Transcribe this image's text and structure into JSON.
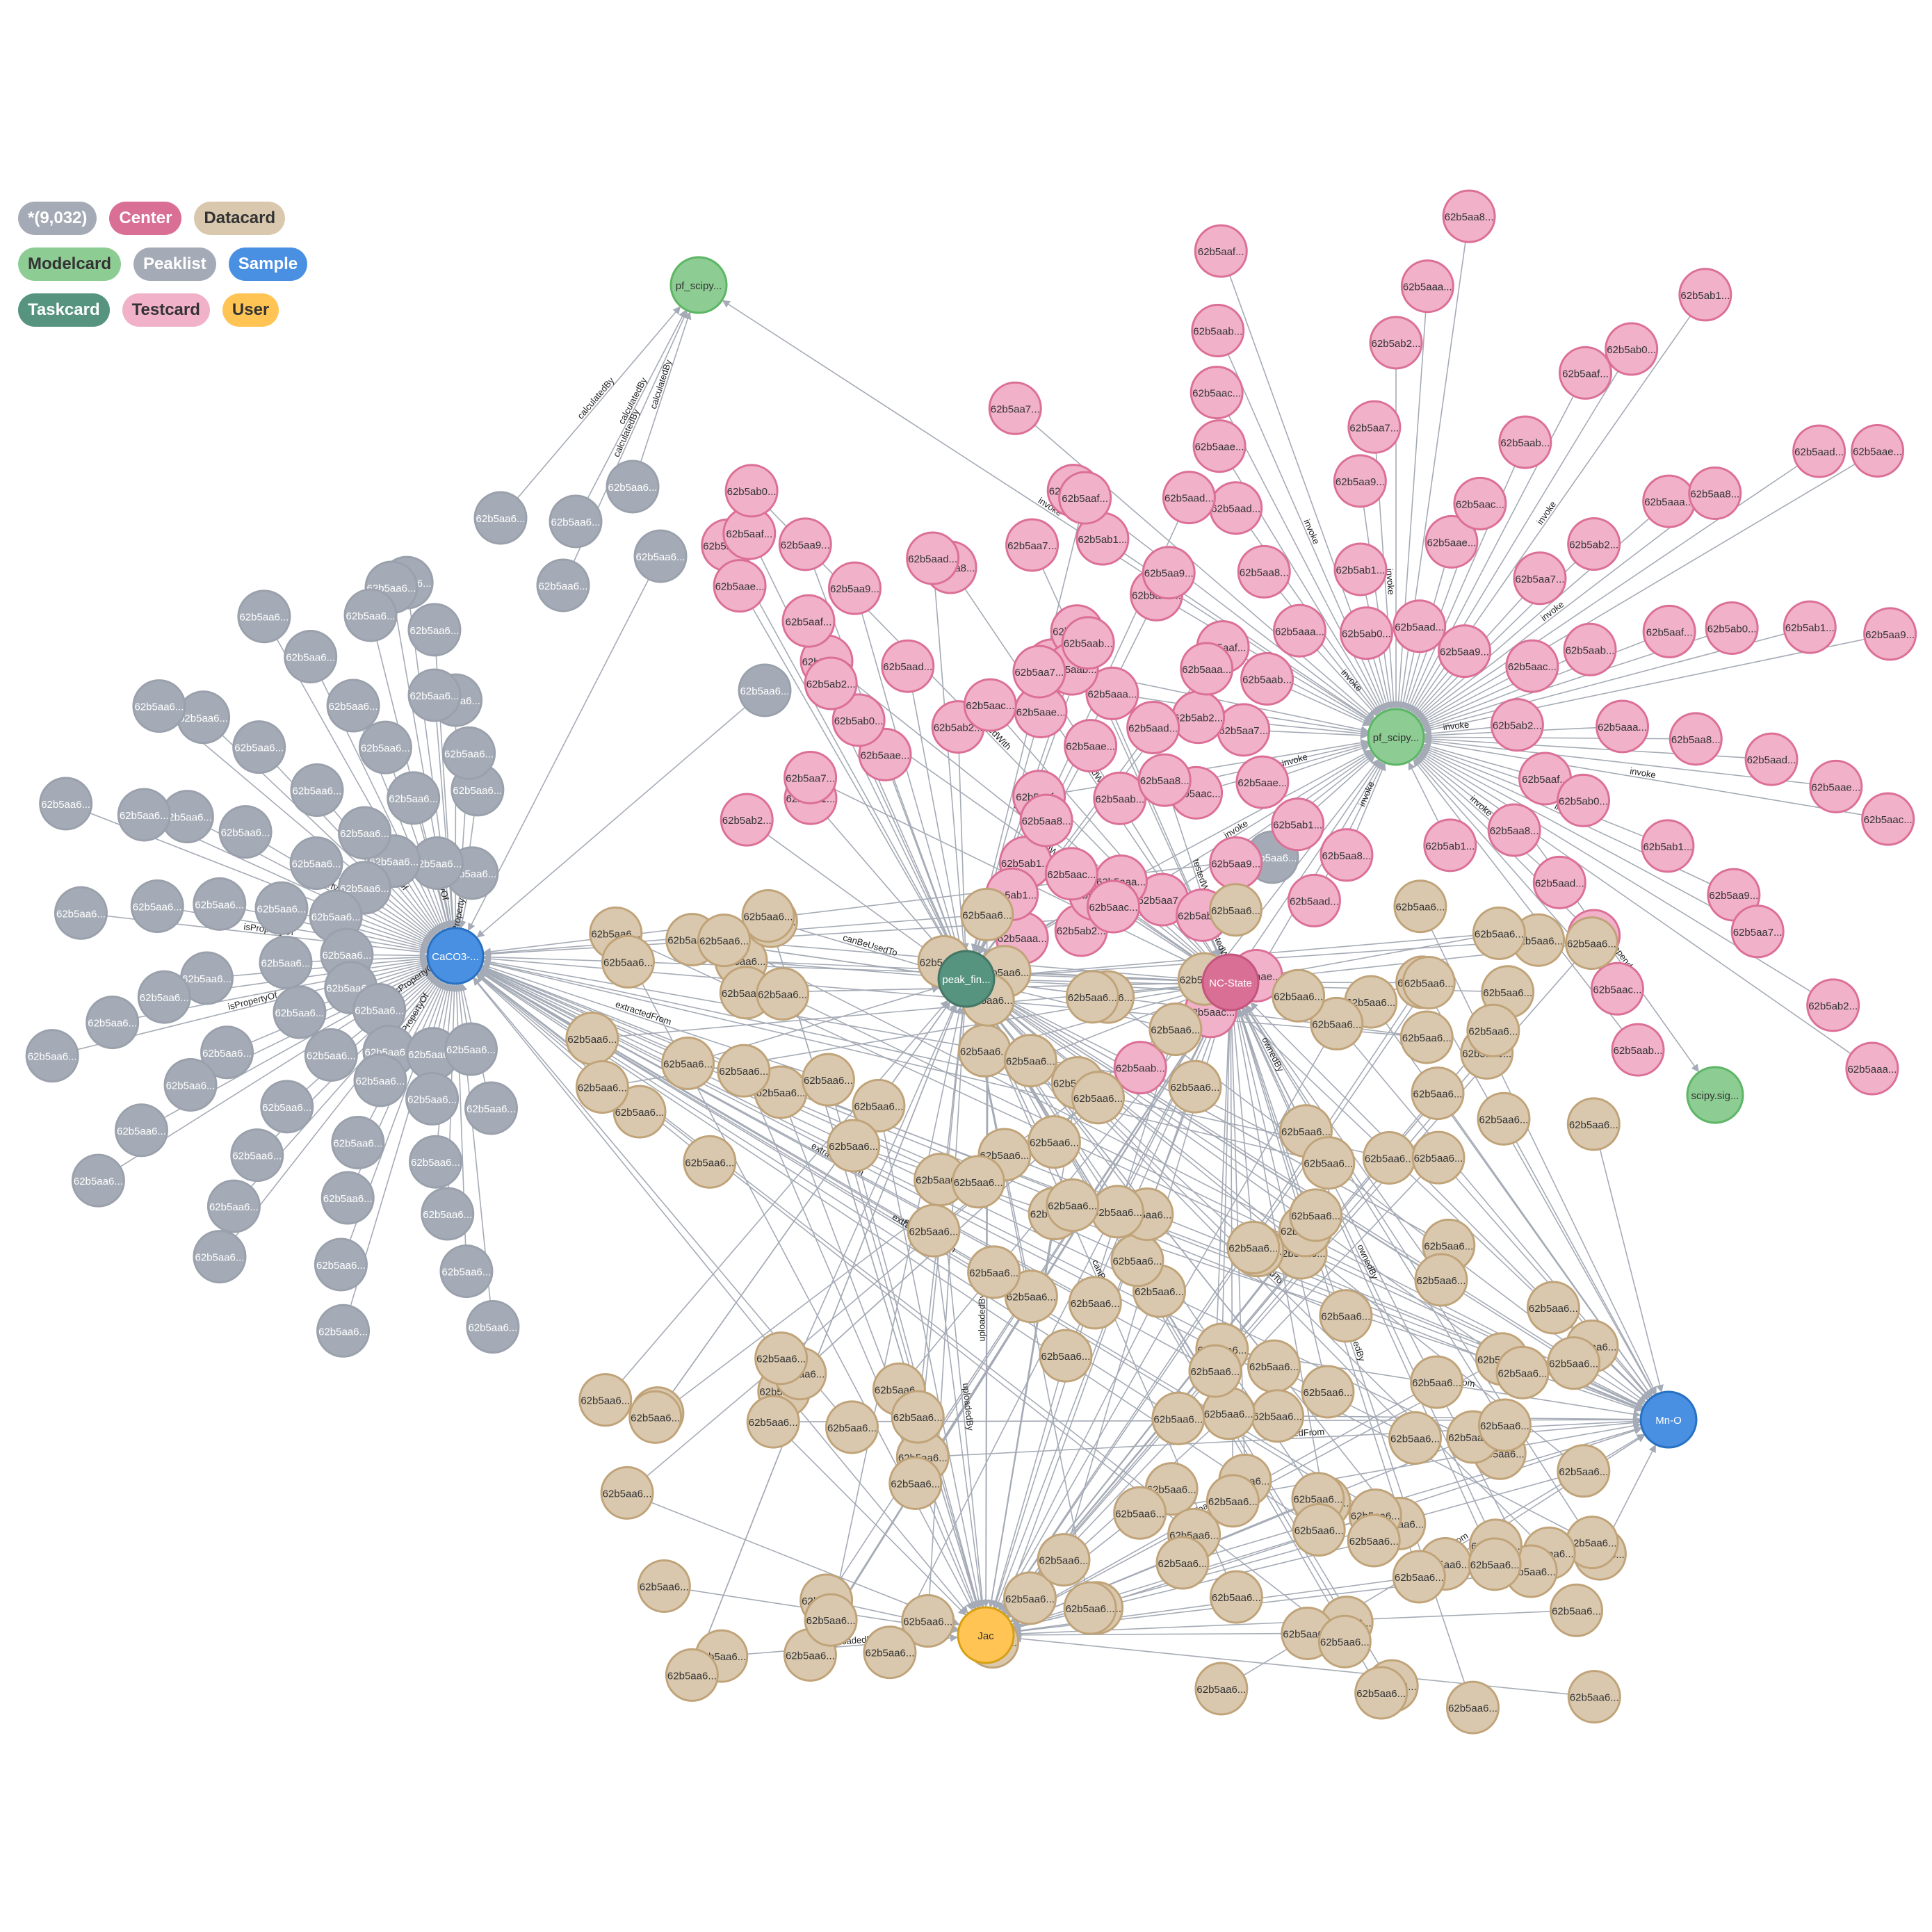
{
  "legend": {
    "items": [
      {
        "label": "*(9,032)",
        "color": "#a5abb6",
        "text_color": "#ffffff"
      },
      {
        "label": "Center",
        "color": "#d96f95",
        "text_color": "#ffffff"
      },
      {
        "label": "Datacard",
        "color": "#d9c8ae",
        "text_color": "#333333"
      },
      {
        "label": "Modelcard",
        "color": "#8dcc93",
        "text_color": "#333333"
      },
      {
        "label": "Peaklist",
        "color": "#a5abb6",
        "text_color": "#ffffff"
      },
      {
        "label": "Sample",
        "color": "#4a90e2",
        "text_color": "#ffffff"
      },
      {
        "label": "Taskcard",
        "color": "#569480",
        "text_color": "#ffffff"
      },
      {
        "label": "Testcard",
        "color": "#f0b1c9",
        "text_color": "#333333"
      },
      {
        "label": "User",
        "color": "#ffc454",
        "text_color": "#333333"
      }
    ]
  },
  "graph": {
    "colors": {
      "Peaklist": {
        "fill": "#a5abb6",
        "stroke": "#9aa1ac",
        "text": "#ffffff"
      },
      "Testcard": {
        "fill": "#f0b1c9",
        "stroke": "#dc6f95",
        "text": "#333333"
      },
      "Datacard": {
        "fill": "#d9c8ae",
        "stroke": "#c0a378",
        "text": "#333333"
      },
      "Modelcard": {
        "fill": "#8dcc93",
        "stroke": "#5db665",
        "text": "#333333"
      },
      "Sample": {
        "fill": "#4a90e2",
        "stroke": "#2870c2",
        "text": "#ffffff"
      },
      "Taskcard": {
        "fill": "#569480",
        "stroke": "#447666",
        "text": "#ffffff"
      },
      "Center": {
        "fill": "#d96f95",
        "stroke": "#c4547d",
        "text": "#ffffff"
      },
      "User": {
        "fill": "#ffc454",
        "stroke": "#d7a013",
        "text": "#333333"
      },
      "edge": "#a5abb6",
      "edge_label": "#222222"
    },
    "hubs": [
      {
        "id": "caco3",
        "label": "CaCO3-...",
        "type": "Sample"
      },
      {
        "id": "peak",
        "label": "peak_fin...",
        "type": "Taskcard"
      },
      {
        "id": "ncstate",
        "label": "NC-State",
        "type": "Center"
      },
      {
        "id": "pfscipy",
        "label": "pf_scipy...",
        "type": "Modelcard"
      },
      {
        "id": "pfscipytop",
        "label": "pf_scipy...",
        "type": "Modelcard"
      },
      {
        "id": "scipysig",
        "label": "scipy.sig...",
        "type": "Modelcard"
      },
      {
        "id": "mno",
        "label": "Mn-O",
        "type": "Sample"
      },
      {
        "id": "jac",
        "label": "Jac",
        "type": "User"
      }
    ],
    "clusters": [
      {
        "type": "Peaklist",
        "hub": "caco3",
        "label": "62b5aa6...",
        "rel": "isPropertyOf",
        "nodes": 62
      },
      {
        "type": "Testcard",
        "hub": "pfscipy",
        "label": "62b5aa8...",
        "rel": "invoke",
        "nodes": 92
      },
      {
        "type": "Testcard",
        "hub": "peak",
        "label": "62b5aad...",
        "rel": "testedWith",
        "nodes": 40
      },
      {
        "type": "Datacard",
        "hub": "jac",
        "label": "62b5aa6...",
        "rel": "uploadedBy",
        "nodes": 150
      }
    ],
    "testcard_labels": [
      "62b5aa8...",
      "62b5aad...",
      "62b5aae...",
      "62b5aac...",
      "62b5aab...",
      "62b5aaf...",
      "62b5ab0...",
      "62b5ab1...",
      "62b5aa9...",
      "62b5aa7...",
      "62b5ab2...",
      "62b5aaa..."
    ],
    "edge_labels": [
      "isPropertyOf",
      "calculatedBy",
      "invoke",
      "testedWith",
      "usedFor",
      "canBeUsedTo",
      "ownedBy",
      "extractedFrom",
      "uploadedBy",
      "dependsOn"
    ]
  }
}
